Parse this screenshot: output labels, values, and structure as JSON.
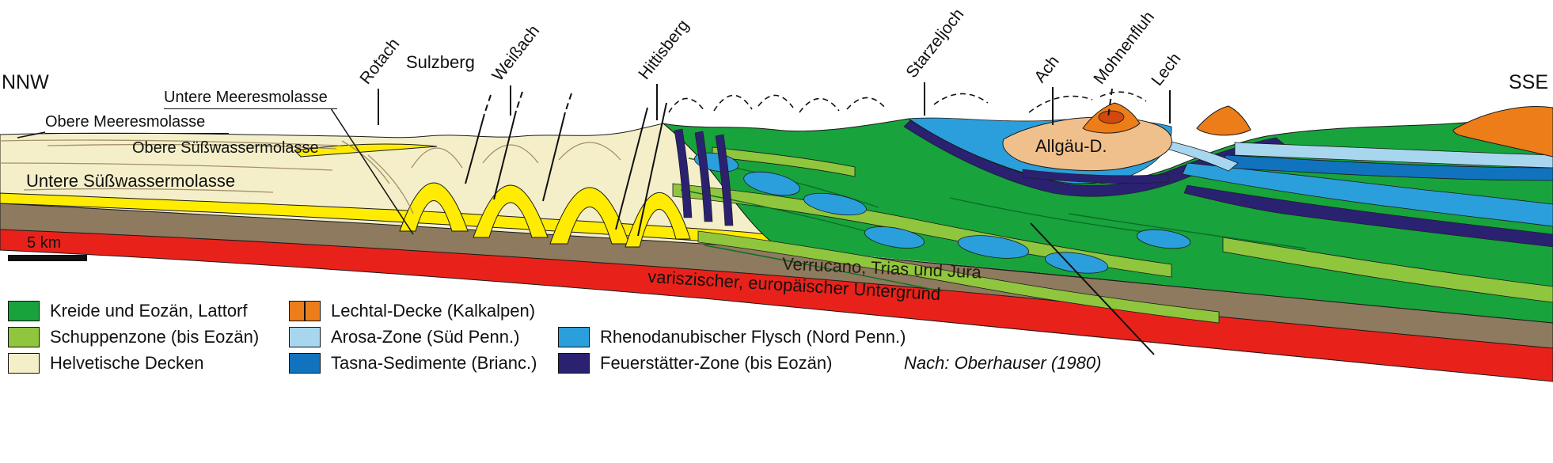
{
  "directions": {
    "left": "NNW",
    "right": "SSE"
  },
  "top_labels": {
    "rotach": "Rotach",
    "sulzberg": "Sulzberg",
    "weissach": "Weißach",
    "hittisberg": "Hittisberg",
    "starzeljoch": "Starzeljoch",
    "ach": "Ach",
    "mohnenfluh": "Mohnenfluh",
    "lech": "Lech"
  },
  "section_labels": {
    "untere_meeresmolasse": "Untere Meeresmolasse",
    "obere_meeresmolasse": "Obere Meeresmolasse",
    "obere_suesswassermolasse": "Obere Süßwassermolasse",
    "untere_suesswassermolasse": "Untere Süßwassermolasse",
    "allgaeu_decke": "Allgäu-D.",
    "verrucano": "Verrucano, Trias und Jura",
    "untergrund": "variszischer, europäischer Untergrund"
  },
  "scale_bar": {
    "label": "5 km"
  },
  "legend": {
    "items": {
      "kreide": {
        "label": "Kreide und Eozän, Lattorf",
        "color": "#18a33c"
      },
      "schuppenzone": {
        "label": "Schuppenzone (bis Eozän)",
        "color": "#8fc63e"
      },
      "helvetische": {
        "label": "Helvetische Decken",
        "color": "#f4efc8"
      },
      "lechtal": {
        "label": "Lechtal-Decke (Kalkalpen)",
        "color": "#ec7d18"
      },
      "arosa": {
        "label": "Arosa-Zone (Süd Penn.)",
        "color": "#a9d6ef"
      },
      "tasna": {
        "label": "Tasna-Sedimente (Brianc.)",
        "color": "#1173be"
      },
      "flysch": {
        "label": "Rhenodanubischer Flysch (Nord Penn.)",
        "color": "#2b9fdb"
      },
      "feuerstaetter": {
        "label": "Feuerstätter-Zone (bis Eozän)",
        "color": "#2a2170"
      }
    },
    "attribution": "Nach: Oberhauser (1980)"
  },
  "colors": {
    "yellow_molasse": "#ffec00",
    "brown_verrucano": "#8e7a5e",
    "red_untergrund": "#e8221a",
    "tan_allgaeu": "#f0c08c",
    "background": "#ffffff"
  }
}
